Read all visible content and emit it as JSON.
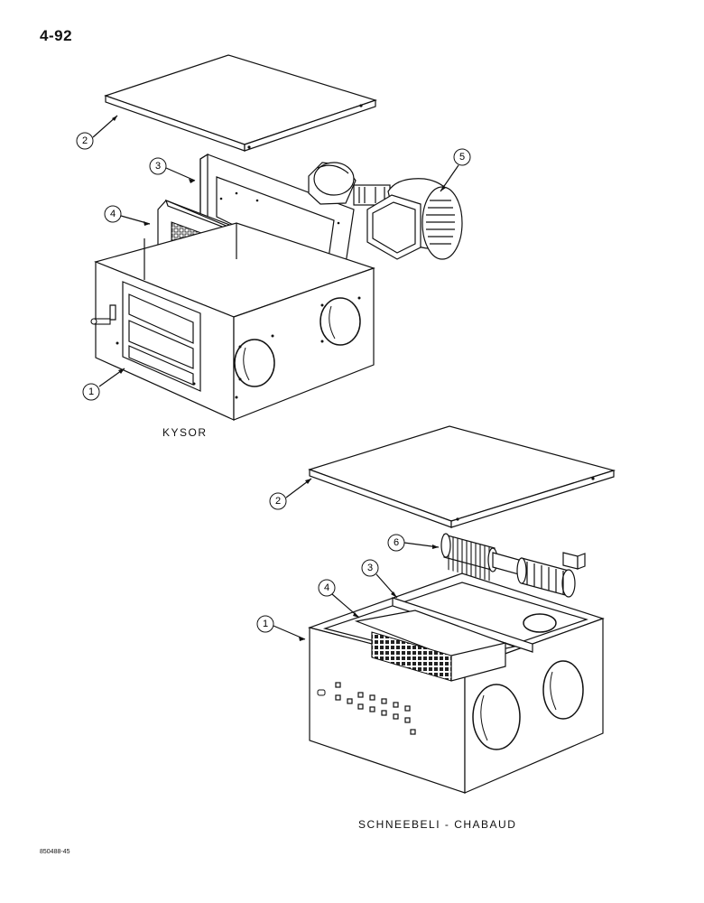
{
  "page_number": "4-92",
  "captions": {
    "kysor": "KYSOR",
    "schneebeli": "SCHNEEBELI - CHABAUD"
  },
  "doc_code": "850488-45",
  "callouts": {
    "kysor_1": "1",
    "kysor_2": "2",
    "kysor_3": "3",
    "kysor_4": "4",
    "kysor_5": "5",
    "sch_1": "1",
    "sch_2": "2",
    "sch_3": "3",
    "sch_4": "4",
    "sch_6": "6"
  }
}
